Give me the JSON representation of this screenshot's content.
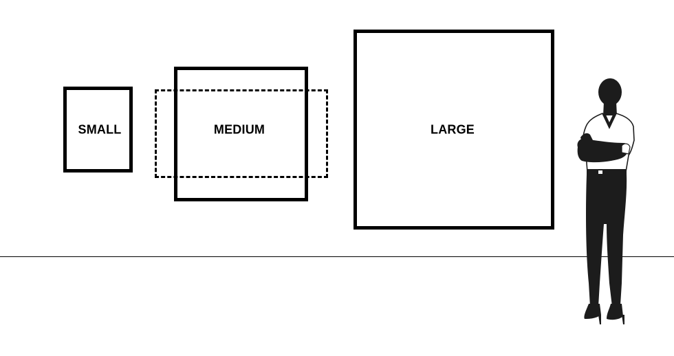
{
  "frames": {
    "small_label": "SMALL",
    "medium_label": "MEDIUM",
    "large_label": "LARGE"
  },
  "colors": {
    "frame_border": "#000000",
    "background": "#ffffff",
    "silhouette": "#1c1c1c",
    "shirt": "#ffffff"
  }
}
